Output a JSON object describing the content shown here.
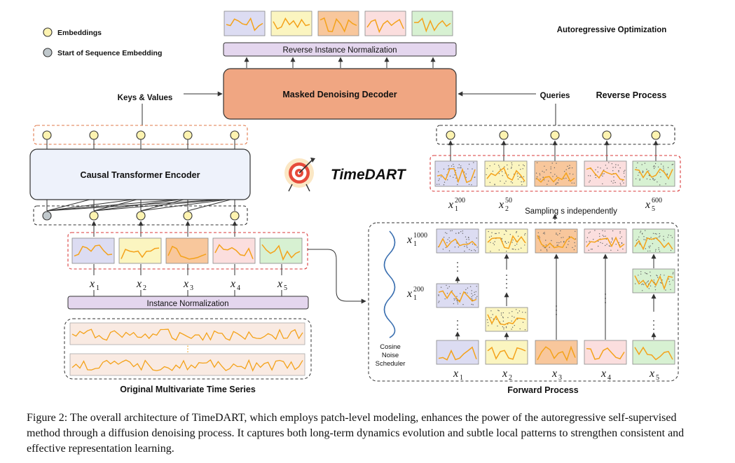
{
  "legend": {
    "embeddings": "Embeddings",
    "sos": "Start of Sequence Embedding"
  },
  "labels": {
    "reverse_norm": "Reverse Instance Normalization",
    "decoder": "Masked Denoising Decoder",
    "encoder": "Causal Transformer Encoder",
    "instance_norm": "Instance Normalization",
    "keys_values": "Keys & Values",
    "queries": "Queries",
    "autoregressive": "Autoregressive Optimization",
    "reverse_process": "Reverse Process",
    "forward_process": "Forward Process",
    "original_series": "Original Multivariate Time Series",
    "sampling": "Sampling s independently",
    "scheduler_1": "Cosine",
    "scheduler_2": "Noise",
    "scheduler_3": "Scheduler",
    "logo": "TimeDART"
  },
  "patch_labels": [
    "x1",
    "x2",
    "x3",
    "x4",
    "x5"
  ],
  "reverse_labels": [
    {
      "base": "x",
      "sub": "1",
      "sup": "200"
    },
    {
      "base": "x",
      "sub": "2",
      "sup": "50"
    },
    {
      "base": "x",
      "sub": "5",
      "sup": "600"
    }
  ],
  "forward_labels": [
    {
      "base": "x",
      "sub": "1",
      "sup": "1000"
    },
    {
      "base": "x",
      "sub": "1",
      "sup": "200"
    }
  ],
  "patch_colors": [
    "#dcdcf2",
    "#fbf5c0",
    "#f8c79c",
    "#fbdede",
    "#d7f1d2"
  ],
  "colors": {
    "decoder": "#f0a682",
    "encoder": "#eef2fb",
    "norm": "#e4d6ee",
    "series_bg": "#f9eae2",
    "series_line": "#f4a21a",
    "dashed_red": "#d83a3a",
    "dashed_orange": "#e0784a",
    "scheduler_wave": "#3a6fb0"
  },
  "caption": "Figure 2: The overall architecture of TimeDART, which employs patch-level modeling, enhances the power of the autoregressive self-supervised method through a diffusion denoising process. It captures both long-term dynamics evolution and subtle local patterns to strengthen consistent and effective representation learning."
}
